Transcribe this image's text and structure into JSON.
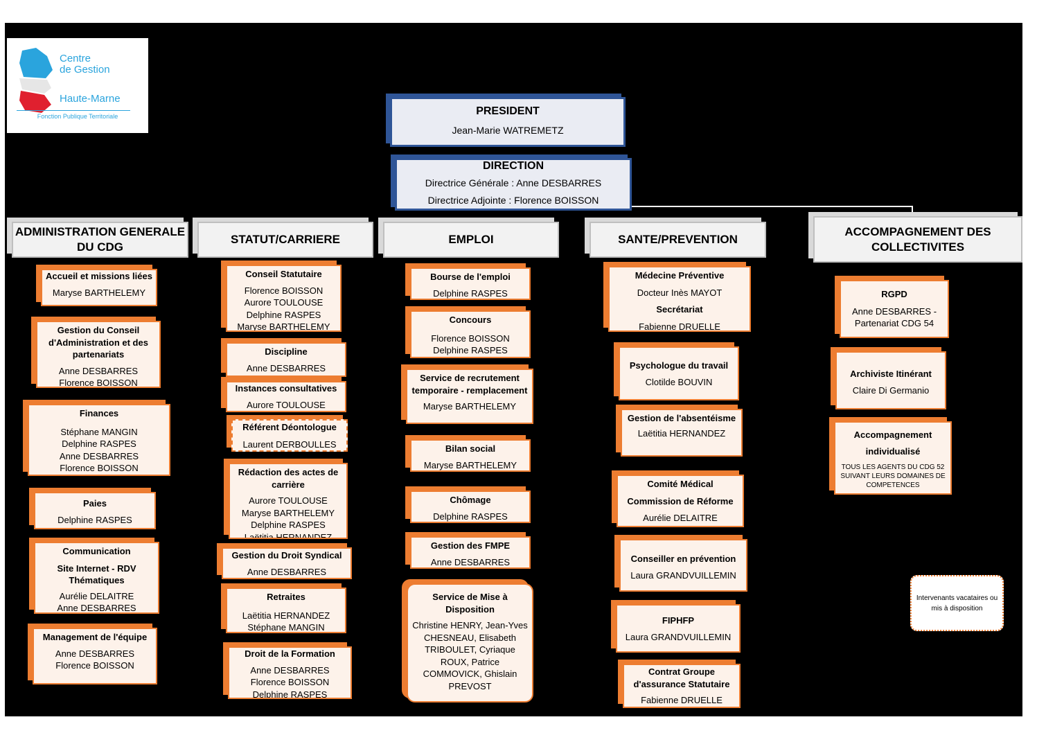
{
  "logo": {
    "line1": "Centre",
    "line2": "de Gestion",
    "line3": "Haute-Marne",
    "subtitle": "Fonction Publique Territoriale"
  },
  "president": {
    "title": "PRESIDENT",
    "name": "Jean-Marie WATREMETZ"
  },
  "direction": {
    "title": "DIRECTION",
    "line1": "Directrice Générale : Anne DESBARRES",
    "line2": "Directrice Adjointe : Florence BOISSON"
  },
  "departments": [
    {
      "title": "ADMINISTRATION GENERALE DU CDG"
    },
    {
      "title": "STATUT/CARRIERE"
    },
    {
      "title": "EMPLOI"
    },
    {
      "title": "SANTE/PREVENTION"
    },
    {
      "title": "ACCOMPAGNEMENT DES COLLECTIVITES"
    }
  ],
  "admin": [
    {
      "title": "Accueil et missions liées",
      "people": [
        "Maryse BARTHELEMY"
      ]
    },
    {
      "title": "Gestion du Conseil d'Administration et des partenariats",
      "people": [
        "Anne DESBARRES",
        "Florence BOISSON"
      ]
    },
    {
      "title": "Finances",
      "people": [
        "Stéphane MANGIN",
        "Delphine RASPES",
        "Anne DESBARRES",
        "Florence BOISSON"
      ]
    },
    {
      "title": "Paies",
      "people": [
        "Delphine RASPES"
      ]
    },
    {
      "title": "Communication",
      "subtitle": "Site Internet - RDV Thématiques",
      "people": [
        "Aurélie DELAITRE",
        "Anne DESBARRES"
      ]
    },
    {
      "title": "Management de l'équipe",
      "people": [
        "Anne DESBARRES",
        "Florence BOISSON"
      ]
    }
  ],
  "statut": [
    {
      "title": "Conseil Statutaire",
      "people": [
        "Florence BOISSON",
        "Aurore TOULOUSE",
        "Delphine RASPES",
        "Maryse BARTHELEMY"
      ]
    },
    {
      "title": "Discipline",
      "people": [
        "Anne DESBARRES"
      ]
    },
    {
      "title": "Instances consultatives",
      "people": [
        "Aurore TOULOUSE"
      ]
    },
    {
      "title": "Référent Déontologue",
      "people": [
        "Laurent DERBOULLES"
      ]
    },
    {
      "title": "Rédaction des actes de carrière",
      "people": [
        "Aurore TOULOUSE",
        "Maryse BARTHELEMY",
        "Delphine RASPES",
        "Laëtitia HERNANDEZ"
      ]
    },
    {
      "title": "Gestion du Droit Syndical",
      "people": [
        "Anne DESBARRES"
      ]
    },
    {
      "title": "Retraites",
      "people": [
        "Laëtitia HERNANDEZ",
        "Stéphane MANGIN"
      ]
    },
    {
      "title": "Droit de la Formation",
      "people": [
        "Anne DESBARRES",
        "Florence BOISSON",
        "Delphine RASPES"
      ]
    }
  ],
  "emploi": [
    {
      "title": "Bourse de l'emploi",
      "people": [
        "Delphine RASPES"
      ]
    },
    {
      "title": "Concours",
      "people": [
        "Florence BOISSON",
        "Delphine RASPES"
      ]
    },
    {
      "title": "Service de recrutement temporaire - remplacement",
      "people": [
        "Maryse BARTHELEMY"
      ]
    },
    {
      "title": "Bilan social",
      "people": [
        "Maryse BARTHELEMY"
      ]
    },
    {
      "title": "Chômage",
      "people": [
        "Delphine RASPES"
      ]
    },
    {
      "title": "Gestion des FMPE",
      "people": [
        "Anne DESBARRES"
      ]
    },
    {
      "title": "Service de Mise à Disposition",
      "people": [
        "Christine HENRY, Jean-Yves CHESNEAU, Elisabeth TRIBOULET, Cyriaque ROUX, Patrice COMMOVICK, Ghislain PREVOST"
      ]
    }
  ],
  "sante": [
    {
      "title": "Médecine Préventive",
      "people": [
        "Docteur Inès MAYOT"
      ],
      "title2": "Secrétariat",
      "people2": [
        "Fabienne DRUELLE"
      ]
    },
    {
      "title": "Psychologue du travail",
      "people": [
        "Clotilde BOUVIN"
      ]
    },
    {
      "title": "Gestion de l'absentéisme",
      "people": [
        "Laëtitia HERNANDEZ"
      ]
    },
    {
      "title": "Comité Médical",
      "subtitle": "Commission de Réforme",
      "people": [
        "Aurélie DELAITRE"
      ]
    },
    {
      "title": "Conseiller en prévention",
      "people": [
        "Laura GRANDVUILLEMIN"
      ]
    },
    {
      "title": "FIPHFP",
      "people": [
        "Laura GRANDVUILLEMIN"
      ]
    },
    {
      "title": "Contrat Groupe d'assurance Statutaire",
      "people": [
        "Fabienne DRUELLE"
      ]
    }
  ],
  "accomp": [
    {
      "title": "RGPD",
      "people": [
        "Anne DESBARRES - Partenariat CDG 54"
      ]
    },
    {
      "title": "Archiviste Itinérant",
      "people": [
        "Claire Di Germanio"
      ]
    },
    {
      "title": "Accompagnement individualisé",
      "small": "TOUS LES AGENTS DU CDG 52 SUIVANT LEURS DOMAINES DE COMPETENCES"
    }
  ],
  "note": "Intervenants vacataires ou mis à disposition",
  "colors": {
    "orange": "#ed7d31",
    "box_fill": "#fdf2ea",
    "blue": "#2f5597",
    "grey": "#bfbfbf",
    "logo_blue": "#2aa4dd",
    "logo_red": "#e0202f"
  }
}
